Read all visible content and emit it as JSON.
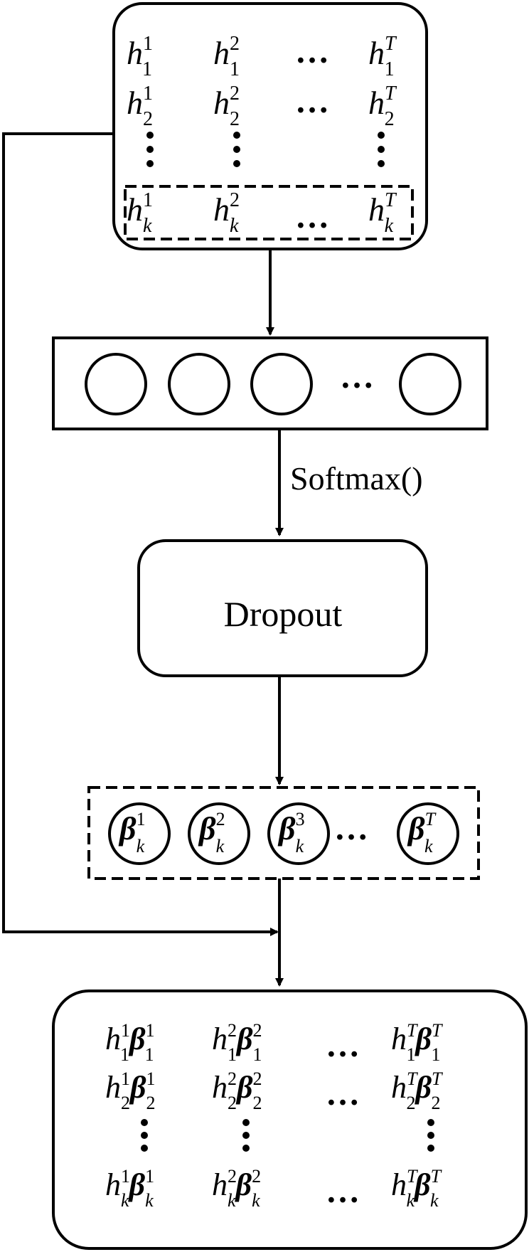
{
  "hidden_matrix": {
    "rows": [
      [
        "h_1^1",
        "h_1^2",
        "…",
        "h_1^T"
      ],
      [
        "h_2^1",
        "h_2^2",
        "…",
        "h_2^T"
      ],
      [
        "⋮",
        "⋮",
        "",
        "⋮"
      ],
      [
        "h_k^1",
        "h_k^2",
        "…",
        "h_k^T"
      ]
    ]
  },
  "neuron_layer": {
    "ellipsis": "…",
    "neuron_count": 4
  },
  "softmax_label": "Softmax()",
  "dropout_label": "Dropout",
  "beta_layer": {
    "items": [
      "β_k^1",
      "β_k^2",
      "β_k^3",
      "β_k^T"
    ],
    "ellipsis": "…"
  },
  "output_matrix": {
    "rows": [
      [
        "h_1^1β_1^1",
        "h_1^2β_1^2",
        "…",
        "h_1^Tβ_1^T"
      ],
      [
        "h_2^1β_2^1",
        "h_2^2β_2^2",
        "…",
        "h_2^Tβ_2^T"
      ],
      [
        "⋮",
        "⋮",
        "",
        "⋮"
      ],
      [
        "h_k^1β_k^1",
        "h_k^2β_k^2",
        "…",
        "h_k^Tβ_k^T"
      ]
    ]
  }
}
